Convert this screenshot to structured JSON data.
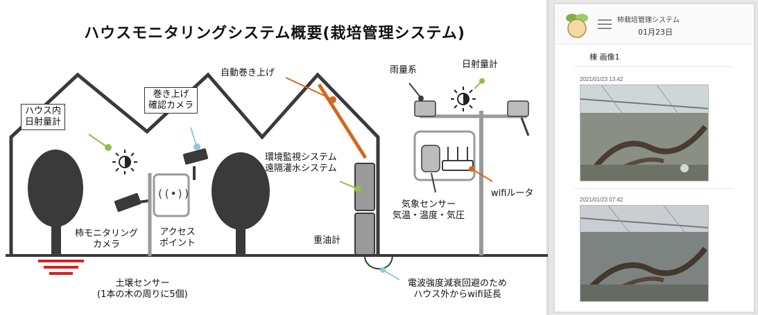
{
  "diagram": {
    "title": "ハウスモニタリングシステム概要(栽培管理システム)",
    "labels": {
      "house_solar_meter": [
        "ハウス内",
        "日射量計"
      ],
      "rollup_camera": [
        "巻き上げ",
        "確認カメラ"
      ],
      "auto_rollup": "自動巻き上げ",
      "rain_gauge": "雨量系",
      "solar_meter": "日射量計",
      "env_monitor": [
        "環境監視システム",
        "遠隔灌水システム"
      ],
      "wifi_router": "wifiルータ",
      "weather_sensor": [
        "気象センサー",
        "気温・温度・気圧"
      ],
      "persimmon_camera": [
        "柿モニタリング",
        "カメラ"
      ],
      "access_point": [
        "アクセス",
        "ポイント"
      ],
      "oil_meter": "重油計",
      "soil_sensor": [
        "土壌センサー",
        "(1本の木の周りに5個)"
      ],
      "wifi_extension": [
        "電波強度減衰回避のため",
        "ハウス外からwifi延長"
      ],
      "ap_glyph": "((•))"
    },
    "colors": {
      "structure": "#3a3a3a",
      "equipment": "#9a9a9a",
      "orange": "#d2691e",
      "green_pin": "#8fbf4a",
      "blue_pin": "#8ec9dc",
      "soil_red": "#d62020"
    }
  },
  "phone": {
    "app_title": "柿栽培管理システム",
    "date": "01月23日",
    "section_title": "棟 画像1",
    "photos": [
      {
        "timestamp": "2021/01/23 13:42"
      },
      {
        "timestamp": "2021/01/23 07:42"
      }
    ]
  }
}
